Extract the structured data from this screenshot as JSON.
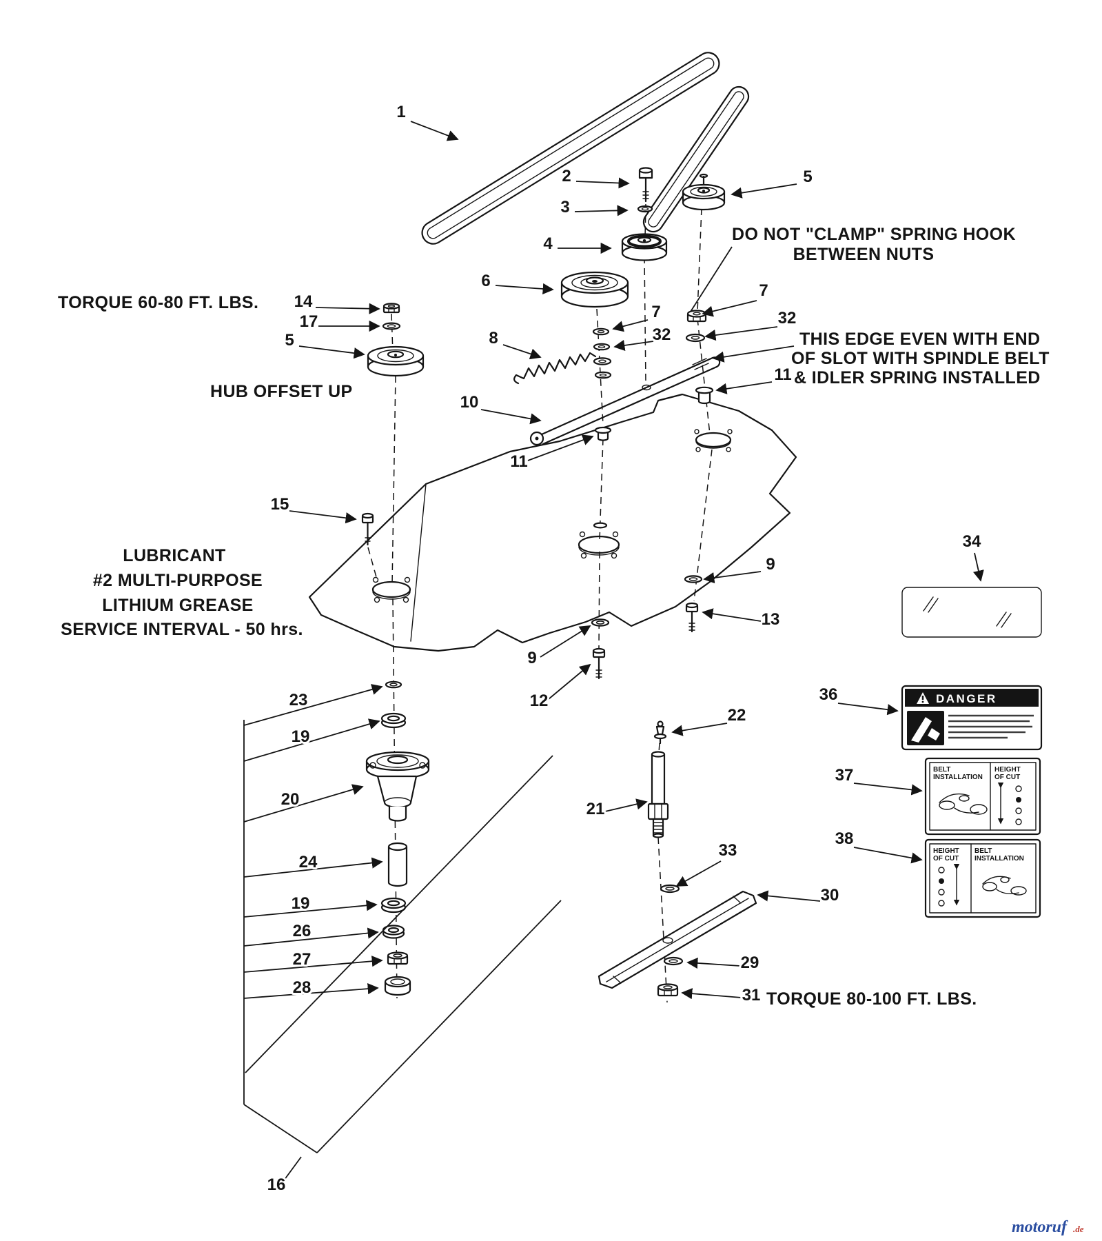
{
  "page": {
    "bg": "#ffffff",
    "ink": "#141414"
  },
  "annotations": {
    "torque_top": "TORQUE 60-80 FT. LBS.",
    "hub_offset": "HUB OFFSET UP",
    "clamp_1": "DO NOT \"CLAMP\" SPRING HOOK",
    "clamp_2": "BETWEEN NUTS",
    "edge_1": "THIS EDGE EVEN WITH END",
    "edge_2": "OF SLOT WITH SPINDLE BELT",
    "edge_3": "& IDLER SPRING INSTALLED",
    "lube_1": "LUBRICANT",
    "lube_2": "#2 MULTI-PURPOSE",
    "lube_3": "LITHIUM GREASE",
    "lube_4": "SERVICE INTERVAL - 50 hrs.",
    "torque_bottom": "TORQUE 80-100 FT. LBS."
  },
  "callouts": {
    "c1": "1",
    "c2": "2",
    "c3": "3",
    "c4": "4",
    "c5a": "5",
    "c5b": "5",
    "c6": "6",
    "c7a": "7",
    "c7b": "7",
    "c8": "8",
    "c9a": "9",
    "c9b": "9",
    "c10": "10",
    "c11a": "11",
    "c11b": "11",
    "c12": "12",
    "c13": "13",
    "c14": "14",
    "c15": "15",
    "c16": "16",
    "c17": "17",
    "c19a": "19",
    "c19b": "19",
    "c20": "20",
    "c21": "21",
    "c22": "22",
    "c23": "23",
    "c24": "24",
    "c26": "26",
    "c27": "27",
    "c28": "28",
    "c29": "29",
    "c30": "30",
    "c31": "31",
    "c32a": "32",
    "c32b": "32",
    "c33": "33",
    "c34": "34",
    "c36": "36",
    "c37": "37",
    "c38": "38"
  },
  "stickers": {
    "danger": "DANGER",
    "belt_line1": "BELT",
    "belt_line2": "INSTALLATION",
    "height_line1": "HEIGHT",
    "height_line2": "OF CUT"
  },
  "watermark": {
    "brand": "motoruf",
    "tld": ".de",
    "brand_color": "#2a4da0",
    "tld_color": "#bf3a2e"
  }
}
